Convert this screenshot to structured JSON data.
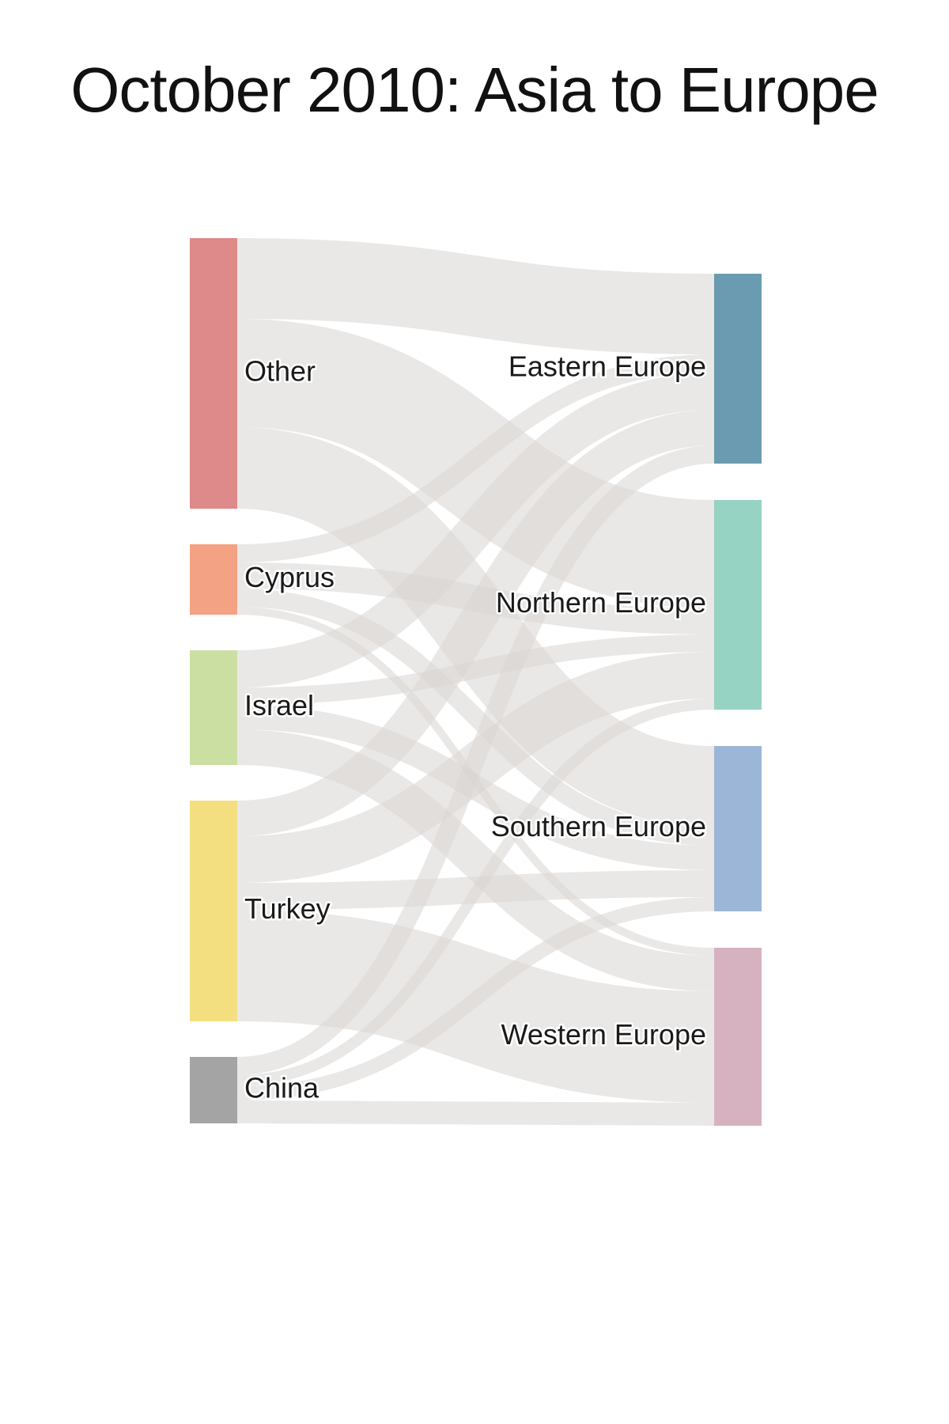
{
  "title": "October 2010: Asia to Europe",
  "chart_data": {
    "type": "sankey",
    "title": "October 2010: Asia to Europe",
    "sources": [
      {
        "id": "other",
        "label": "Other",
        "color": "#de8a8a"
      },
      {
        "id": "cyprus",
        "label": "Cyprus",
        "color": "#f4a284"
      },
      {
        "id": "israel",
        "label": "Israel",
        "color": "#ccdfa3"
      },
      {
        "id": "turkey",
        "label": "Turkey",
        "color": "#f3df80"
      },
      {
        "id": "china",
        "label": "China",
        "color": "#a4a4a4"
      }
    ],
    "targets": [
      {
        "id": "eastern",
        "label": "Eastern Europe",
        "color": "#6a9bb0"
      },
      {
        "id": "northern",
        "label": "Northern Europe",
        "color": "#96d3c2"
      },
      {
        "id": "southern",
        "label": "Southern Europe",
        "color": "#9bb6d7"
      },
      {
        "id": "western",
        "label": "Western Europe",
        "color": "#d6b2c0"
      }
    ],
    "links": [
      {
        "source": "other",
        "target": "eastern",
        "value": 102
      },
      {
        "source": "other",
        "target": "northern",
        "value": 137
      },
      {
        "source": "other",
        "target": "southern",
        "value": 103
      },
      {
        "source": "other",
        "target": "western",
        "value": 0
      },
      {
        "source": "cyprus",
        "target": "eastern",
        "value": 23
      },
      {
        "source": "cyprus",
        "target": "northern",
        "value": 33
      },
      {
        "source": "cyprus",
        "target": "southern",
        "value": 23
      },
      {
        "source": "cyprus",
        "target": "western",
        "value": 10
      },
      {
        "source": "israel",
        "target": "eastern",
        "value": 47
      },
      {
        "source": "israel",
        "target": "northern",
        "value": 22
      },
      {
        "source": "israel",
        "target": "southern",
        "value": 31
      },
      {
        "source": "israel",
        "target": "western",
        "value": 45
      },
      {
        "source": "turkey",
        "target": "eastern",
        "value": 45
      },
      {
        "source": "turkey",
        "target": "northern",
        "value": 59
      },
      {
        "source": "turkey",
        "target": "southern",
        "value": 34
      },
      {
        "source": "turkey",
        "target": "western",
        "value": 141
      },
      {
        "source": "china",
        "target": "eastern",
        "value": 23
      },
      {
        "source": "china",
        "target": "northern",
        "value": 14
      },
      {
        "source": "china",
        "target": "southern",
        "value": 18
      },
      {
        "source": "china",
        "target": "western",
        "value": 29
      }
    ]
  }
}
